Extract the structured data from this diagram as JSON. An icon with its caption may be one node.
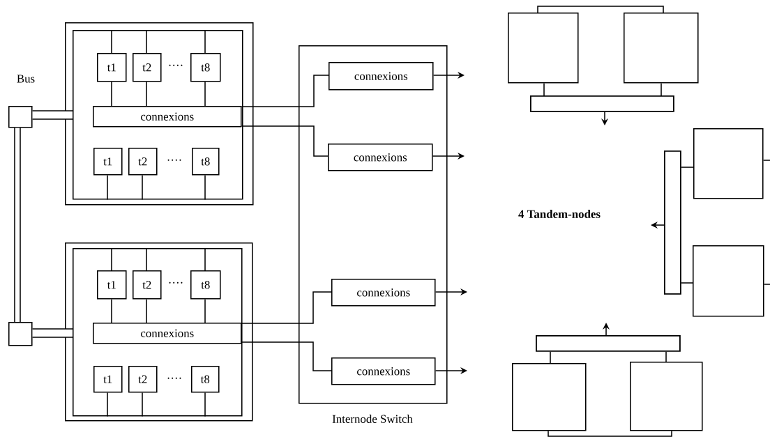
{
  "diagram": {
    "nodes": [
      {
        "text": [],
        "shape": "box"
      },
      {
        "text": [],
        "shape": "box"
      },
      {
        "text": [],
        "shape": "box"
      },
      {
        "text": [],
        "shape": "box",
        "in": 2
      },
      {
        "text": [
          "t1"
        ],
        "in": 3
      },
      {
        "text": [
          "t2"
        ],
        "in": 3
      },
      {
        "text": [
          "t8"
        ],
        "in": 3
      },
      {
        "text": [
          "connexions"
        ],
        "in": 3
      },
      {
        "text": [
          "t1"
        ],
        "in": 3
      },
      {
        "text": [
          "t2"
        ],
        "in": 3
      },
      {
        "text": [
          "t8"
        ],
        "in": 3
      },
      {
        "text": [],
        "shape": "box"
      },
      {
        "text": [],
        "shape": "box",
        "in": 11
      },
      {
        "text": [
          "t1"
        ],
        "in": 12
      },
      {
        "text": [
          "t2"
        ],
        "in": 12
      },
      {
        "text": [
          "t8"
        ],
        "in": 12
      },
      {
        "text": [
          "connexions"
        ],
        "in": 12
      },
      {
        "text": [
          "t1"
        ],
        "in": 12
      },
      {
        "text": [
          "t2"
        ],
        "in": 12
      },
      {
        "text": [
          "t8"
        ],
        "in": 12
      },
      {
        "text": [
          "Internode Switch"
        ]
      },
      {
        "text": [
          "connexions"
        ],
        "in": 20
      },
      {
        "text": [
          "connexions"
        ],
        "in": 20
      },
      {
        "text": [
          "connexions"
        ],
        "in": 20
      },
      {
        "text": [
          "connexions"
        ],
        "in": 20
      },
      {
        "text": [],
        "shape": "box"
      },
      {
        "text": [],
        "shape": "box"
      },
      {
        "text": [],
        "shape": "bar"
      },
      {
        "text": [],
        "shape": "box"
      },
      {
        "text": [],
        "shape": "bar"
      },
      {
        "text": [],
        "shape": "box"
      },
      {
        "text": [],
        "shape": "bar"
      },
      {
        "text": [],
        "shape": "box"
      },
      {
        "text": [],
        "shape": "box"
      }
    ],
    "edges": [
      {
        "from": 0,
        "to": 1,
        "arrow": "none",
        "style": "thick"
      },
      {
        "from": 0,
        "to": 3,
        "arrow": "none",
        "style": "thick"
      },
      {
        "from": 1,
        "to": 12,
        "arrow": "none",
        "style": "thick"
      },
      {
        "from": 4,
        "to": 3,
        "arrow": "none"
      },
      {
        "from": 5,
        "to": 3,
        "arrow": "none"
      },
      {
        "from": 6,
        "to": 3,
        "arrow": "none"
      },
      {
        "from": 4,
        "to": 7,
        "arrow": "none"
      },
      {
        "from": 5,
        "to": 7,
        "arrow": "none"
      },
      {
        "from": 6,
        "to": 7,
        "arrow": "none"
      },
      {
        "from": 8,
        "to": 3,
        "arrow": "none"
      },
      {
        "from": 9,
        "to": 3,
        "arrow": "none"
      },
      {
        "from": 10,
        "to": 3,
        "arrow": "none"
      },
      {
        "from": 7,
        "to": 21,
        "arrow": "none"
      },
      {
        "from": 7,
        "to": 22,
        "arrow": "none"
      },
      {
        "from": 13,
        "to": 12,
        "arrow": "none"
      },
      {
        "from": 14,
        "to": 12,
        "arrow": "none"
      },
      {
        "from": 15,
        "to": 12,
        "arrow": "none"
      },
      {
        "from": 13,
        "to": 16,
        "arrow": "none"
      },
      {
        "from": 14,
        "to": 16,
        "arrow": "none"
      },
      {
        "from": 15,
        "to": 16,
        "arrow": "none"
      },
      {
        "from": 17,
        "to": 12,
        "arrow": "none"
      },
      {
        "from": 18,
        "to": 12,
        "arrow": "none"
      },
      {
        "from": 19,
        "to": 12,
        "arrow": "none"
      },
      {
        "from": 16,
        "to": 23,
        "arrow": "none"
      },
      {
        "from": 16,
        "to": 24,
        "arrow": "none"
      },
      {
        "from": 21,
        "to": null,
        "arrow": "to"
      },
      {
        "from": 22,
        "to": null,
        "arrow": "to"
      },
      {
        "from": 23,
        "to": null,
        "arrow": "to"
      },
      {
        "from": 24,
        "to": null,
        "arrow": "to"
      },
      {
        "from": 25,
        "to": 26,
        "arrow": "none"
      },
      {
        "from": 25,
        "to": 27,
        "arrow": "none"
      },
      {
        "from": 26,
        "to": 27,
        "arrow": "none"
      },
      {
        "from": 27,
        "to": null,
        "arrow": "to"
      },
      {
        "from": 28,
        "to": 29,
        "arrow": "none"
      },
      {
        "from": 30,
        "to": 29,
        "arrow": "none"
      },
      {
        "from": 29,
        "to": null,
        "arrow": "to"
      },
      {
        "from": 28,
        "to": null,
        "arrow": "none"
      },
      {
        "from": 30,
        "to": null,
        "arrow": "none"
      },
      {
        "from": 32,
        "to": 31,
        "arrow": "none"
      },
      {
        "from": 33,
        "to": 31,
        "arrow": "none"
      },
      {
        "from": 31,
        "to": null,
        "arrow": "to"
      },
      {
        "from": 32,
        "to": 33,
        "arrow": "none"
      }
    ],
    "labels": [
      "Bus",
      "····",
      "····",
      "····",
      "····",
      "4 Tandem-nodes"
    ]
  }
}
